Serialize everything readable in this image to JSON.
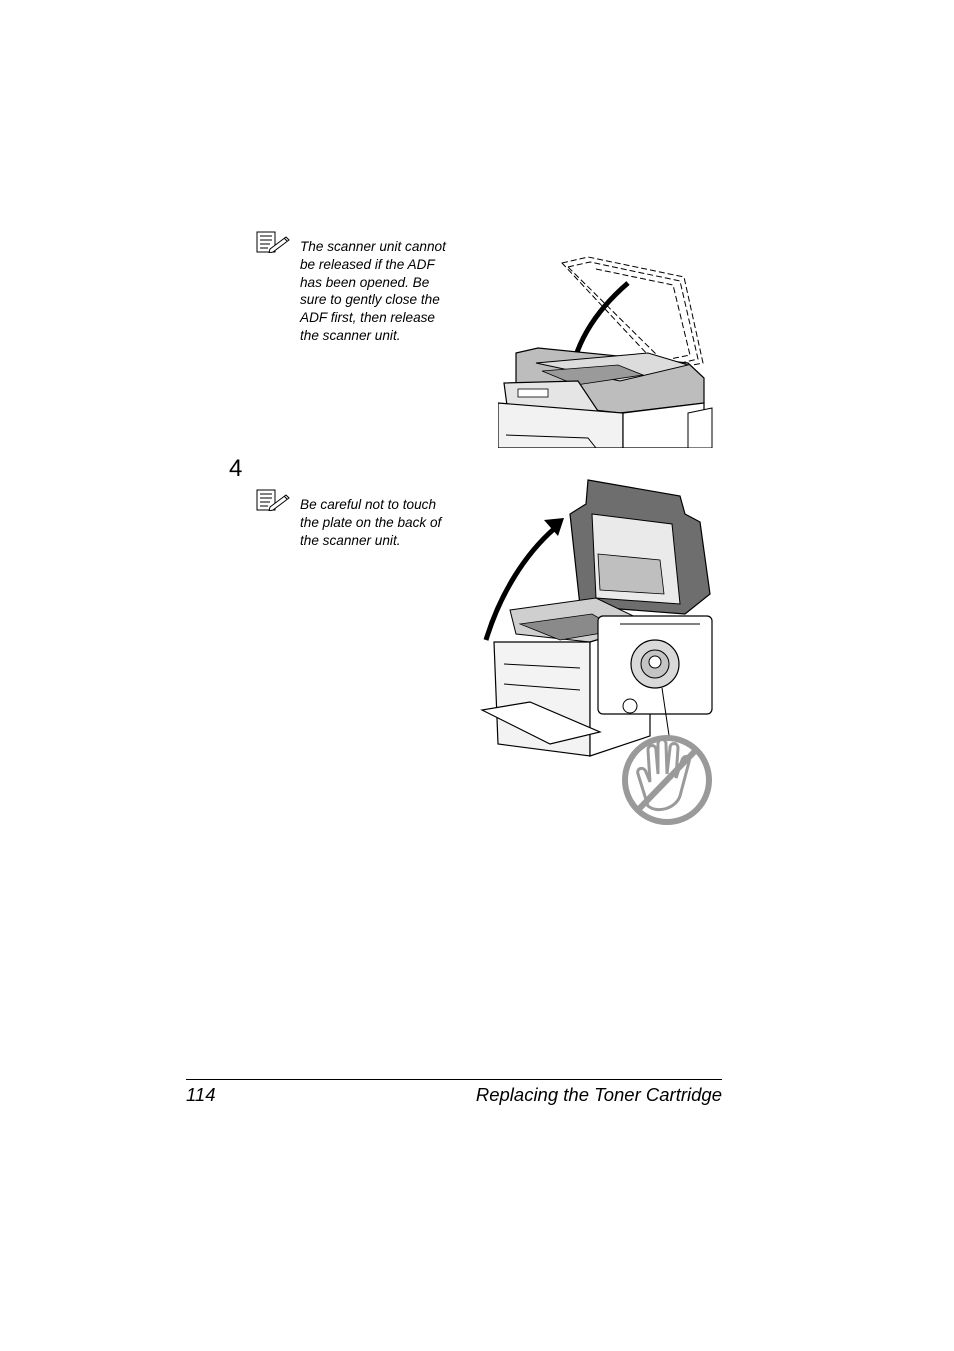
{
  "notes": [
    {
      "text": "The scanner unit cannot\nbe released if the ADF\nhas been opened. Be\nsure to gently close the\nADF first, then release\nthe scanner unit."
    },
    {
      "text": "Be careful not to touch\nthe plate on the back of\nthe scanner unit."
    }
  ],
  "step": {
    "number": "4"
  },
  "illustrations": {
    "top": {
      "icon": "printer-close-adf-illustration"
    },
    "bottom": {
      "icon": "printer-raise-scanner-illustration",
      "warning_icon": "no-touch-hand-icon"
    }
  },
  "footer": {
    "page_number": "114",
    "section_title": "Replacing the Toner Cartridge"
  }
}
